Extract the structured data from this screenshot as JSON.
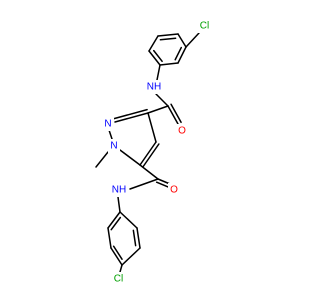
{
  "molecule": {
    "atoms": {
      "cl_top": {
        "text": "Cl",
        "color": "#00a000"
      },
      "nh_top": {
        "text": "NH",
        "color": "#0000ff"
      },
      "o_top": {
        "text": "O",
        "color": "#ff0000"
      },
      "n_ring_2": {
        "text": "N",
        "color": "#0000ff"
      },
      "n_ring_1": {
        "text": "N",
        "color": "#0000ff"
      },
      "o_bottom": {
        "text": "O",
        "color": "#ff0000"
      },
      "nh_bottom": {
        "text": "NH",
        "color": "#0000ff"
      },
      "cl_bottom": {
        "text": "Cl",
        "color": "#00a000"
      }
    }
  }
}
